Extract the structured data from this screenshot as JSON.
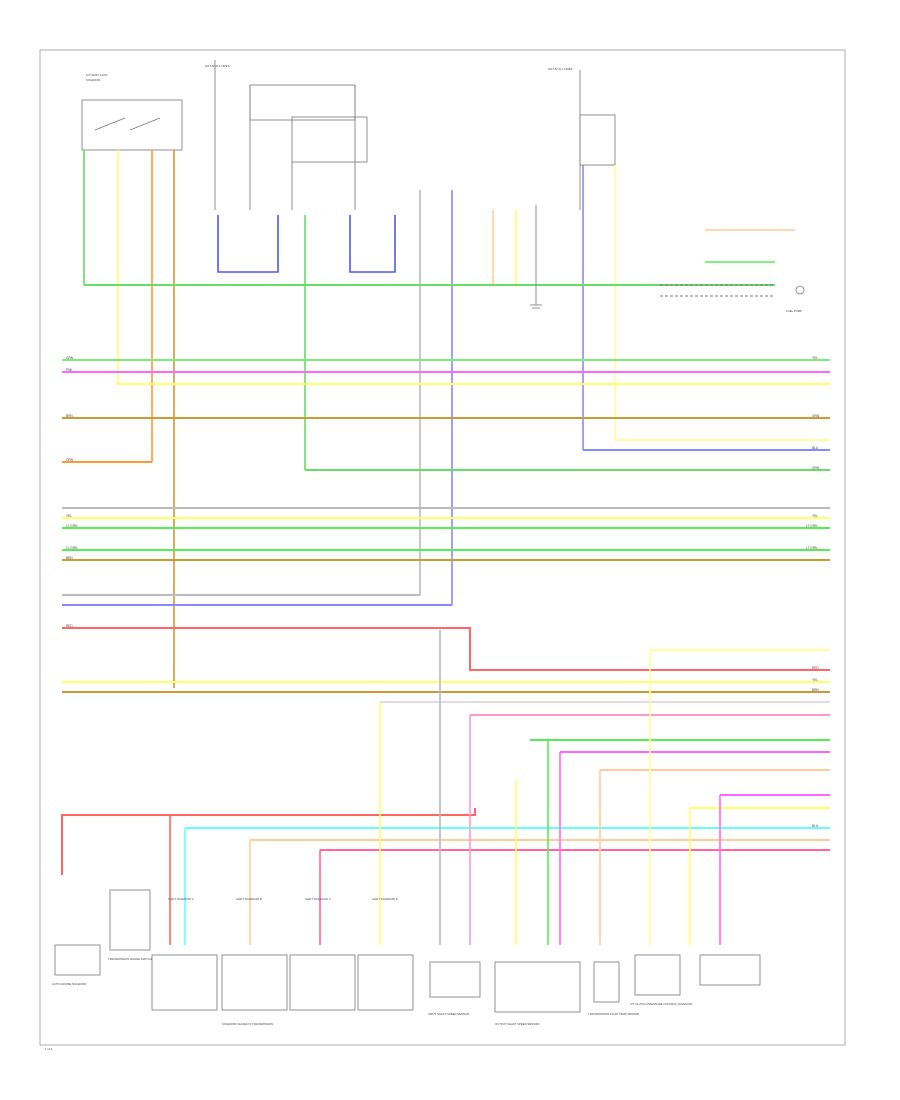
{
  "diagram": {
    "fuse_top_left": "HOT AT ALL TIMES",
    "fuse_top_right": "HOT AT ALL TIMES",
    "left_connectors": [
      "GRN",
      "PNK",
      "BRN",
      "ORN",
      "RED",
      "YEL",
      "LT GRN",
      "LT GRN",
      "BRN"
    ],
    "right_connectors": [
      "YEL",
      "GRN",
      "BLU",
      "GRN",
      "YEL",
      "LT GRN",
      "LT GRN",
      "RED",
      "YEL",
      "BRN",
      "BLU"
    ],
    "bottom_components": [
      "AUTO-CRUISE SOLENOID",
      "TRANSMISSION RANGE SWITCH",
      "SHIFT SOLENOID A",
      "SHIFT SOLENOID B",
      "SHIFT SOLENOID C",
      "SHIFT SOLENOID D",
      "INPUT SHAFT SPEED SENSOR",
      "OUTPUT SHAFT SPEED SENSOR",
      "TRANSMISSION FLUID TEMP SENSOR",
      "A/T CLUTCH PRESSURE CONTROL SOLENOID"
    ],
    "bottom_group_label": "SOLENOID VALVES IN TRANSMISSION",
    "right_component": "FUEL PUMP",
    "page_number": "1 of 2"
  }
}
